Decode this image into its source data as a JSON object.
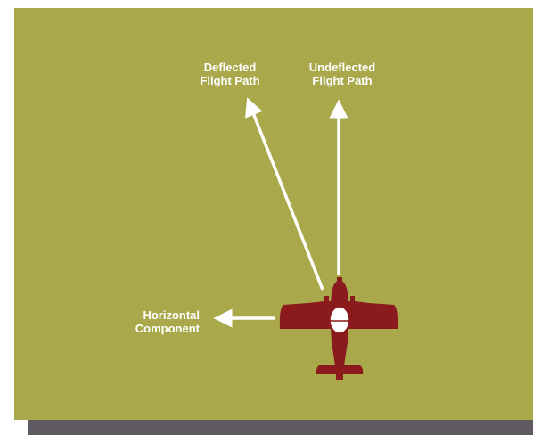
{
  "colors": {
    "background": "#a9a84a",
    "shadow": "#5f5a62",
    "aircraft": "#8a1a1c",
    "arrows": "#ffffff",
    "labels": "#ffffff"
  },
  "labels": {
    "deflected": {
      "line1": "Deflected",
      "line2": "Flight Path"
    },
    "undeflected": {
      "line1": "Undeflected",
      "line2": "Flight Path"
    },
    "horizontal": {
      "line1": "Horizontal",
      "line2": "Component"
    }
  },
  "icons": {
    "aircraft": "airplane-top-view-icon"
  }
}
